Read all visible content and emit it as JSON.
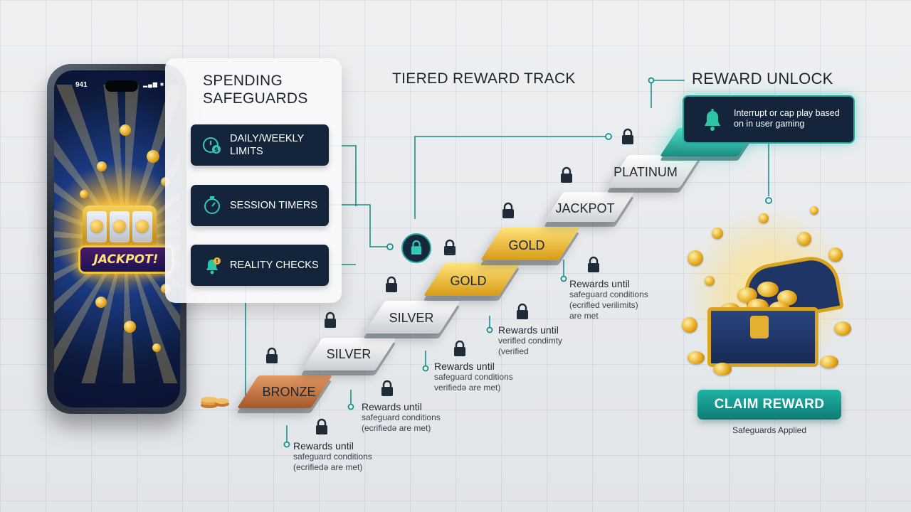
{
  "phone": {
    "status_time": "941",
    "status_icons": "▂▄▆ ■",
    "jackpot_label": "JACKPOT!"
  },
  "safeguards": {
    "title": "SPENDING SAFEGUARDS",
    "items": [
      {
        "label": "DAILY/WEEKLY LIMITS",
        "icon": "timer-coin-icon"
      },
      {
        "label": "SESSION TIMERS",
        "icon": "stopwatch-icon"
      },
      {
        "label": "REALITY CHECKS",
        "icon": "bell-alert-icon"
      }
    ]
  },
  "track": {
    "title": "TIERED REWARD TRACK",
    "tiers": [
      "BRONZE",
      "SILVER",
      "SILVER",
      "GOLD",
      "GOLD",
      "JACKPOT",
      "PLATINUM"
    ],
    "notes": [
      {
        "head": "Rewards until",
        "l1": "safeguard conditions",
        "l2": "(ecrifiedə are met)"
      },
      {
        "head": "Rewards until",
        "l1": "safeguard conditions",
        "l2": "(ecrifiedə are met)"
      },
      {
        "head": "Rewards until",
        "l1": "safeguard conditions",
        "l2": "verifiedə are met)"
      },
      {
        "head": "Rewards until",
        "l1": "verifled condimty",
        "l2": "(verified"
      },
      {
        "head": "Rewards until",
        "l1": "safeguard conditions",
        "l2": "(ecrifled verilimits)",
        "l3": "are met"
      }
    ]
  },
  "unlock": {
    "title": "REWARD UNLOCK",
    "alert_text": "Interrupt or cap play based on in user gaming",
    "claim_label": "CLAIM REWARD",
    "claim_sub": "Safeguards Applied"
  },
  "colors": {
    "accent_teal": "#1fb3a4",
    "panel_navy": "#14253b",
    "bronze": "#c97a45",
    "silver": "#e6e8eb",
    "gold": "#f2c33e"
  }
}
